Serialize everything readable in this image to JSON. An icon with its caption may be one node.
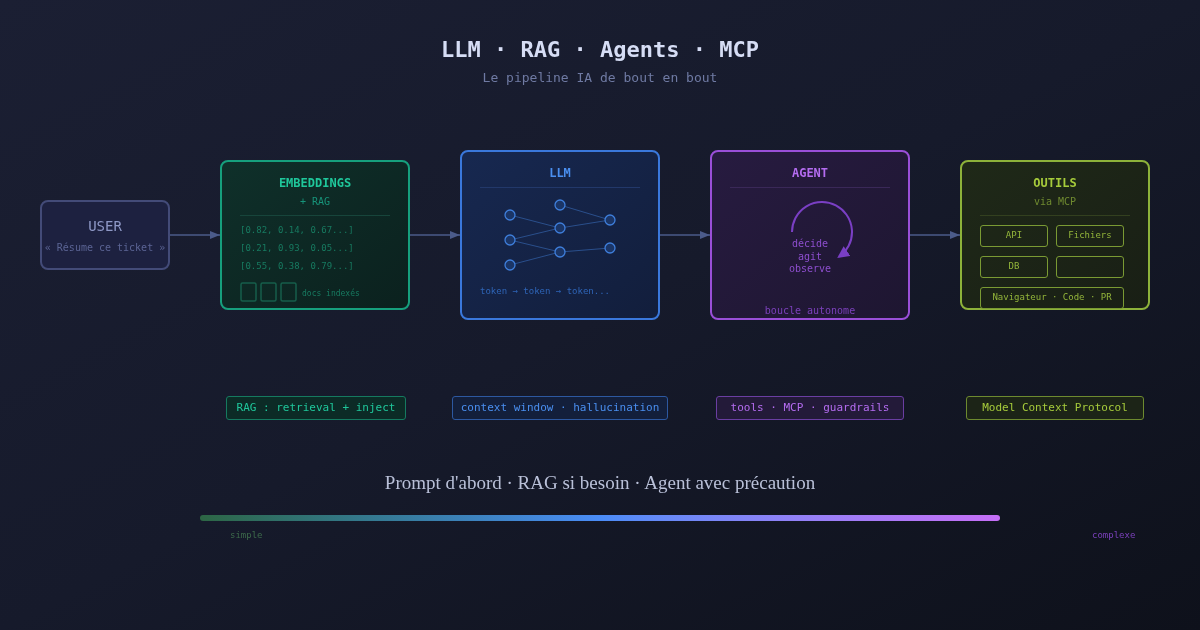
{
  "diagram": {
    "title": "LLM · RAG · Agents · MCP",
    "nodes": [
      {
        "text": [
          "USER",
          "« Résume ce ticket »"
        ]
      },
      {
        "text": [
          "EMBEDDINGS",
          "+ RAG",
          "[0.82, 0.14, 0.67...]",
          "[0.21, 0.93, 0.05...]",
          "[0.55, 0.38, 0.79...]",
          "docs indexés"
        ]
      },
      {
        "text": [
          "LLM",
          "token → token → token..."
        ]
      },
      {
        "text": [
          "AGENT",
          "décide agit observe",
          "boucle autonome"
        ]
      },
      {
        "text": [
          "OUTILS",
          "via MCP"
        ]
      },
      {
        "text": [
          "API"
        ],
        "in": 4
      },
      {
        "text": [
          "Fichiers"
        ],
        "in": 4
      },
      {
        "text": [
          "DB"
        ],
        "in": 4
      },
      {
        "text": [],
        "shape": "box",
        "in": 4
      },
      {
        "text": [
          "Navigateur · Code · PR"
        ],
        "in": 4
      },
      {
        "text": [
          "RAG : retrieval + inject"
        ]
      },
      {
        "text": [
          "context window · hallucination"
        ]
      },
      {
        "text": [
          "tools · MCP · guardrails"
        ]
      },
      {
        "text": [
          "Model Context Protocol"
        ]
      }
    ],
    "edges": [
      {
        "from": 0,
        "to": 1,
        "arrow": "to"
      },
      {
        "from": 1,
        "to": 2,
        "arrow": "to"
      },
      {
        "from": 2,
        "to": 3,
        "arrow": "to"
      },
      {
        "from": 3,
        "to": 4,
        "arrow": "to"
      }
    ],
    "labels": [
      "Le pipeline IA de bout en bout",
      "Prompt d'abord · RAG si besoin · Agent avec précaution",
      "simple",
      "complexe"
    ]
  }
}
